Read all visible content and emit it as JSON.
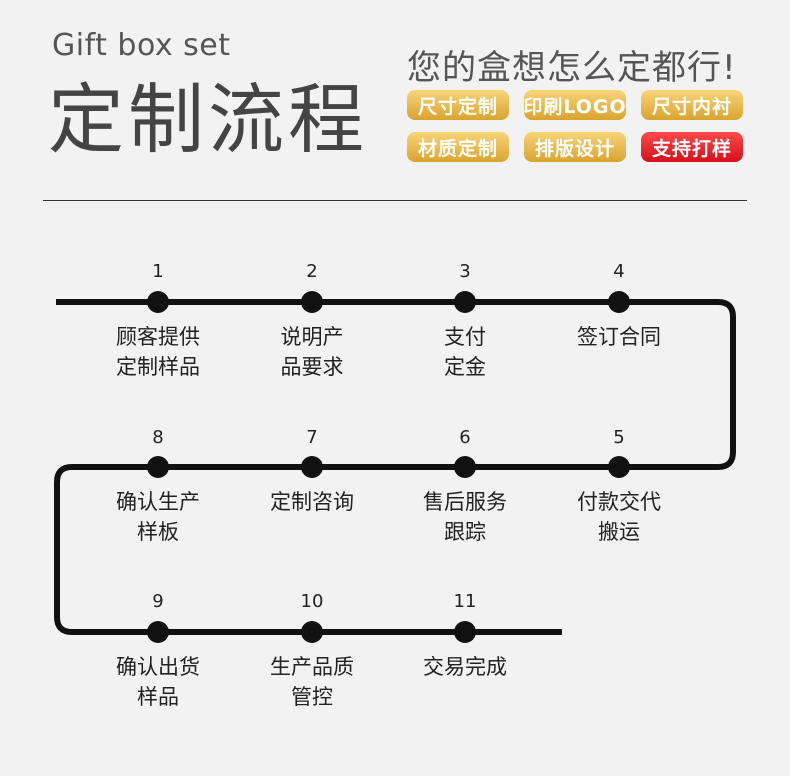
{
  "header": {
    "subtitle": "Gift box set",
    "title": "定制流程",
    "slogan": "您的盒想怎么定都行!"
  },
  "tags": [
    {
      "label": "尺寸定制",
      "color": "#e8b84a"
    },
    {
      "label": "印刷LOGO",
      "color": "#e8b84a"
    },
    {
      "label": "尺寸内衬",
      "color": "#e8b84a"
    },
    {
      "label": "材质定制",
      "color": "#e8b84a"
    },
    {
      "label": "排版设计",
      "color": "#e8b84a"
    },
    {
      "label": "支持打样",
      "color": "#e21c25"
    }
  ],
  "steps": [
    {
      "num": "1",
      "line1": "顾客提供",
      "line2": "定制样品"
    },
    {
      "num": "2",
      "line1": "说明产",
      "line2": "品要求"
    },
    {
      "num": "3",
      "line1": "支付",
      "line2": "定金"
    },
    {
      "num": "4",
      "line1": "签订合同",
      "line2": ""
    },
    {
      "num": "5",
      "line1": "付款交代",
      "line2": "搬运"
    },
    {
      "num": "6",
      "line1": "售后服务",
      "line2": "跟踪"
    },
    {
      "num": "7",
      "line1": "定制咨询",
      "line2": ""
    },
    {
      "num": "8",
      "line1": "确认生产",
      "line2": "样板"
    },
    {
      "num": "9",
      "line1": "确认出货",
      "line2": "样品"
    },
    {
      "num": "10",
      "line1": "生产品质",
      "line2": "管控"
    },
    {
      "num": "11",
      "line1": "交易完成",
      "line2": ""
    }
  ]
}
